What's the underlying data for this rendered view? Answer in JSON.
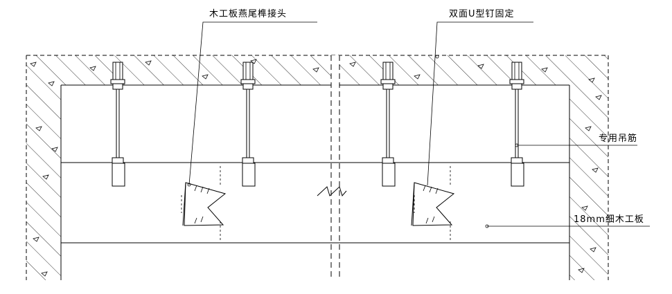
{
  "labels": {
    "dovetail_joint": "木工板燕尾榫接头",
    "u_nail_fixing": "双面U型钉固定",
    "hanger_rod": "专用吊筋",
    "board": "18mm细木工板"
  }
}
